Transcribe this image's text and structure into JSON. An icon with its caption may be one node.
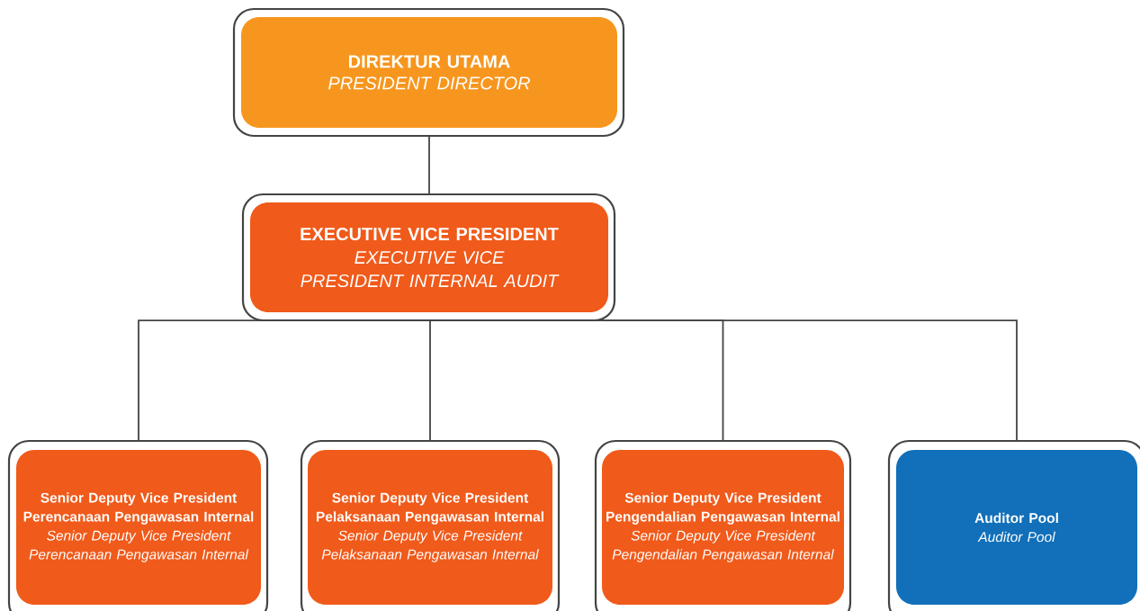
{
  "diagram": {
    "nodes": [
      {
        "text": [
          "DIREKTUR UTAMA",
          "PRESIDENT DIRECTOR"
        ]
      },
      {
        "text": [
          "EXECUTIVE VICE PRESIDENT",
          "EXECUTIVE VICE PRESIDENT INTERNAL AUDIT"
        ]
      },
      {
        "text": [
          "Senior Deputy Vice President Perencanaan Pengawasan Internal",
          "Senior Deputy Vice President Perencanaan Pengawasan Internal"
        ]
      },
      {
        "text": [
          "Senior Deputy Vice President Pelaksanaan Pengawasan Internal",
          "Senior Deputy Vice President Pelaksanaan Pengawasan Internal"
        ]
      },
      {
        "text": [
          "Senior Deputy Vice President Pengendalian Pengawasan Internal",
          "Senior Deputy Vice President Pengendalian Pengawasan Internal"
        ]
      },
      {
        "text": [
          "Auditor Pool",
          "Auditor Pool"
        ]
      }
    ],
    "edges": [
      {
        "from": 0,
        "to": 1,
        "arrow": "none"
      },
      {
        "from": 1,
        "to": 2,
        "arrow": "none"
      },
      {
        "from": 1,
        "to": 3,
        "arrow": "none"
      },
      {
        "from": 1,
        "to": 4,
        "arrow": "none"
      },
      {
        "from": 1,
        "to": 5,
        "arrow": "none"
      }
    ]
  }
}
